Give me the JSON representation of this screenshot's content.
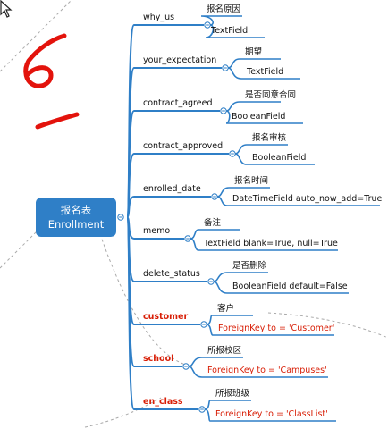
{
  "root": {
    "title": "报名表",
    "subtitle": "Enrollment"
  },
  "fields": [
    {
      "name": "why_us",
      "desc": "报名原因",
      "type": "TextField",
      "color": "#111111"
    },
    {
      "name": "your_expectation",
      "desc": "期望",
      "type": "TextField",
      "color": "#111111"
    },
    {
      "name": "contract_agreed",
      "desc": "是否同意合同",
      "type": "BooleanField",
      "color": "#111111"
    },
    {
      "name": "contract_approved",
      "desc": "报名审核",
      "type": "BooleanField",
      "color": "#111111"
    },
    {
      "name": "enrolled_date",
      "desc": "报名时间",
      "type": "DateTimeField  auto_now_add=True",
      "color": "#111111"
    },
    {
      "name": "memo",
      "desc": "备注",
      "type": "TextField blank=True, null=True",
      "color": "#111111"
    },
    {
      "name": "delete_status",
      "desc": "是否删除",
      "type": "BooleanField  default=False",
      "color": "#111111"
    },
    {
      "name": "customer",
      "desc": "客户",
      "type": "ForeignKey to = 'Customer'",
      "color": "#d81e06"
    },
    {
      "name": "school",
      "desc": "所报校区",
      "type": "ForeignKey to = 'Campuses'",
      "color": "#d81e06"
    },
    {
      "name": "en_class",
      "desc": "所报班级",
      "type": "ForeignKey to = 'ClassList'",
      "color": "#d81e06"
    }
  ],
  "colors": {
    "branch": "#2f7fc7",
    "root_fill": "#2f7fc7",
    "red_scribble": "#e3130c"
  }
}
